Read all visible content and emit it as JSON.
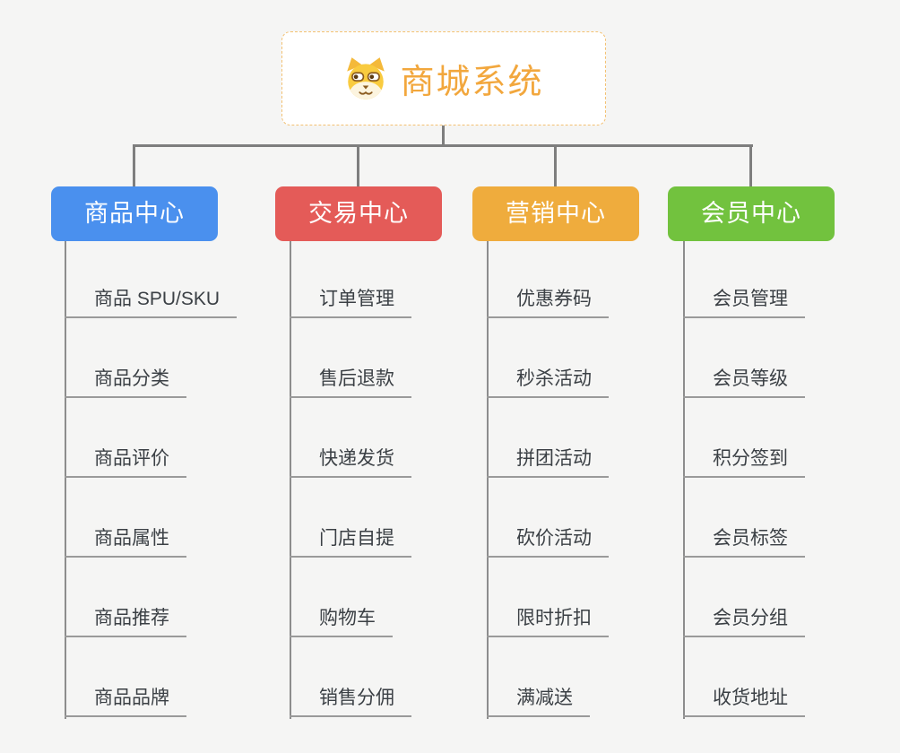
{
  "root": {
    "title": "商城系统",
    "icon": "dog-face-icon",
    "accent_color": "#F2A73D"
  },
  "line_color": "#7E7E7E",
  "branches": [
    {
      "label": "商品中心",
      "color": "#4A90EE",
      "items": [
        "商品 SPU/SKU",
        "商品分类",
        "商品评价",
        "商品属性",
        "商品推荐",
        "商品品牌"
      ]
    },
    {
      "label": "交易中心",
      "color": "#E45B58",
      "items": [
        "订单管理",
        "售后退款",
        "快递发货",
        "门店自提",
        "购物车",
        "销售分佣"
      ]
    },
    {
      "label": "营销中心",
      "color": "#EFAC3D",
      "items": [
        "优惠券码",
        "秒杀活动",
        "拼团活动",
        "砍价活动",
        "限时折扣",
        "满减送"
      ]
    },
    {
      "label": "会员中心",
      "color": "#72C23E",
      "items": [
        "会员管理",
        "会员等级",
        "积分签到",
        "会员标签",
        "会员分组",
        "收货地址"
      ]
    }
  ]
}
